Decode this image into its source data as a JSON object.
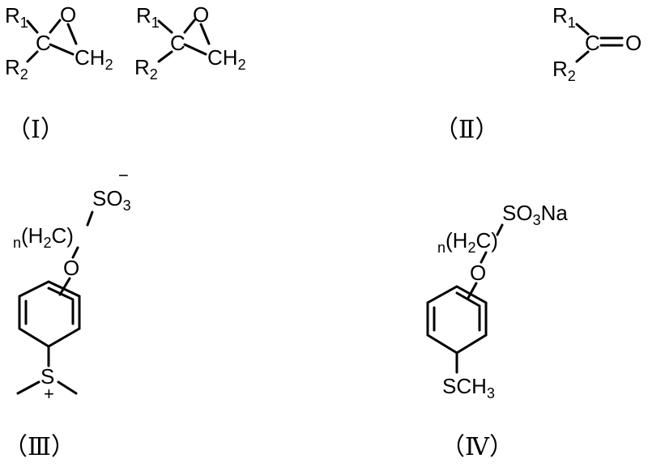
{
  "structures": {
    "I": {
      "label": "（Ⅰ）",
      "r1": "R",
      "r1_sub": "1",
      "r2": "R",
      "r2_sub": "2",
      "c": "C",
      "o": "O",
      "ch": "CH",
      "ch_sub": "2"
    },
    "II": {
      "label": "（Ⅱ）",
      "r1": "R",
      "r1_sub": "1",
      "r2": "R",
      "r2_sub": "2",
      "c": "C",
      "o": "O"
    },
    "III": {
      "label": "（Ⅲ）",
      "so": "SO",
      "so_sub": "3",
      "minus": "−",
      "n": "n",
      "h2c_open": "(H",
      "h2c_sub": "2",
      "h2c_close": "C)",
      "o": "O",
      "s": "S",
      "plus": "+"
    },
    "IV": {
      "label": "（Ⅳ）",
      "so": "SO",
      "so_sub": "3",
      "na": "Na",
      "n": "n",
      "h2c_open": "(H",
      "h2c_sub": "2",
      "h2c_close": "C)",
      "o": "O",
      "sch": "SCH",
      "sch_sub": "3"
    }
  }
}
